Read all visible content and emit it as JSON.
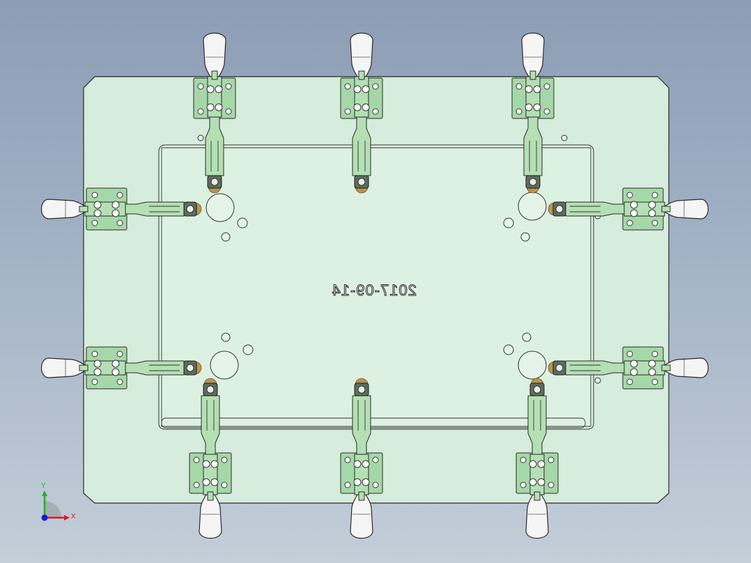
{
  "drawing": {
    "engraving_text": "2017-09-14",
    "engraving_mirrored": true,
    "view": "top"
  },
  "triad": {
    "x_label": "X",
    "y_label": "Y",
    "x_color": "#e01818",
    "y_color": "#18b818",
    "z_color": "#1818e0"
  },
  "colors": {
    "plate": "#d6ecdc",
    "clamp_part": "#a5d8a8",
    "handle": "#f5f5f5",
    "background_top": "#8c9db5",
    "background_bottom": "#c4ced9"
  },
  "clamps": {
    "count": 10,
    "top_count": 3,
    "bottom_count": 3,
    "left_count": 2,
    "right_count": 2
  }
}
